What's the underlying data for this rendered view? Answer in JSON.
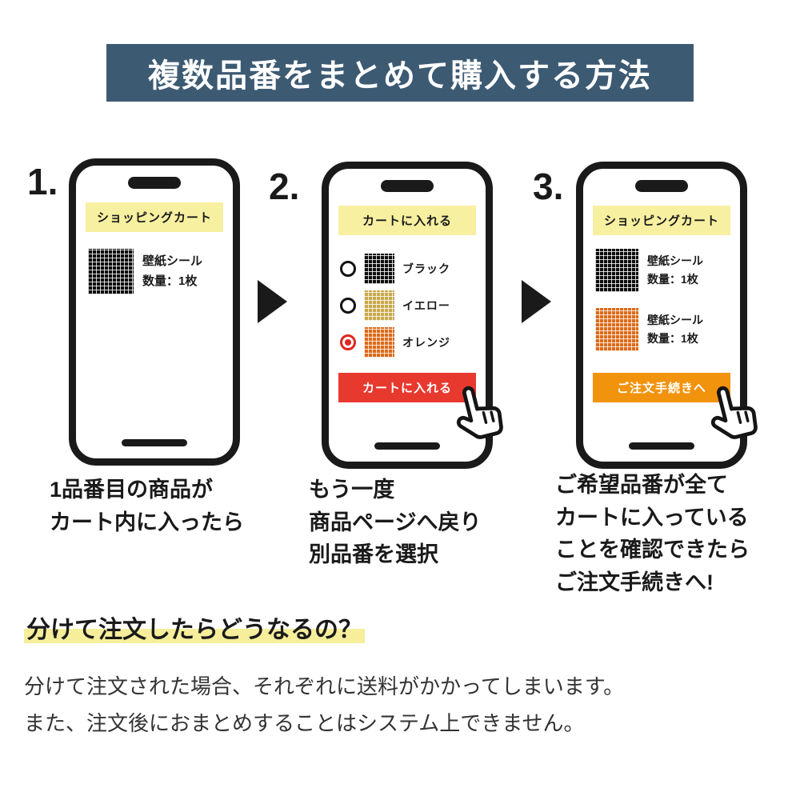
{
  "header": {
    "title": "複数品番をまとめて購入する方法"
  },
  "steps": [
    {
      "number": "1.",
      "phone": {
        "banner": "ショッピングカート",
        "products": [
          {
            "swatch": "black",
            "name": "壁紙シール",
            "qty": "数量：1枚"
          }
        ]
      },
      "caption": "1品番目の商品が\nカート内に入ったら"
    },
    {
      "number": "2.",
      "phone": {
        "banner": "カートに入れる",
        "options": [
          {
            "swatch": "black",
            "label": "ブラック",
            "selected": false
          },
          {
            "swatch": "yellow",
            "label": "イエロー",
            "selected": false
          },
          {
            "swatch": "orange",
            "label": "オレンジ",
            "selected": true
          }
        ],
        "button": {
          "label": "カートに入れる"
        }
      },
      "caption": "もう一度\n商品ページへ戻り\n別品番を選択"
    },
    {
      "number": "3.",
      "phone": {
        "banner": "ショッピングカート",
        "products": [
          {
            "swatch": "black",
            "name": "壁紙シール",
            "qty": "数量：1枚"
          },
          {
            "swatch": "orange",
            "name": "壁紙シール",
            "qty": "数量：1枚"
          }
        ],
        "button": {
          "label": "ご注文手続きへ"
        }
      },
      "caption": "ご希望品番が全て\nカートに入っている\nことを確認できたら\nご注文手続きへ!"
    }
  ],
  "footer": {
    "heading": "分けて注文したらどうなるの？",
    "body": "分けて注文された場合、それぞれに送料がかかってしまいます。\nまた、注文後におまとめすることはシステム上できません。"
  },
  "colors": {
    "header_bg": "#3d5a73",
    "banner_yellow": "#f7f0a0",
    "highlight_yellow": "#f6ee9b",
    "add_to_cart_red": "#e8392f",
    "checkout_orange": "#f2930d",
    "selected_radio_red": "#e0261f"
  }
}
